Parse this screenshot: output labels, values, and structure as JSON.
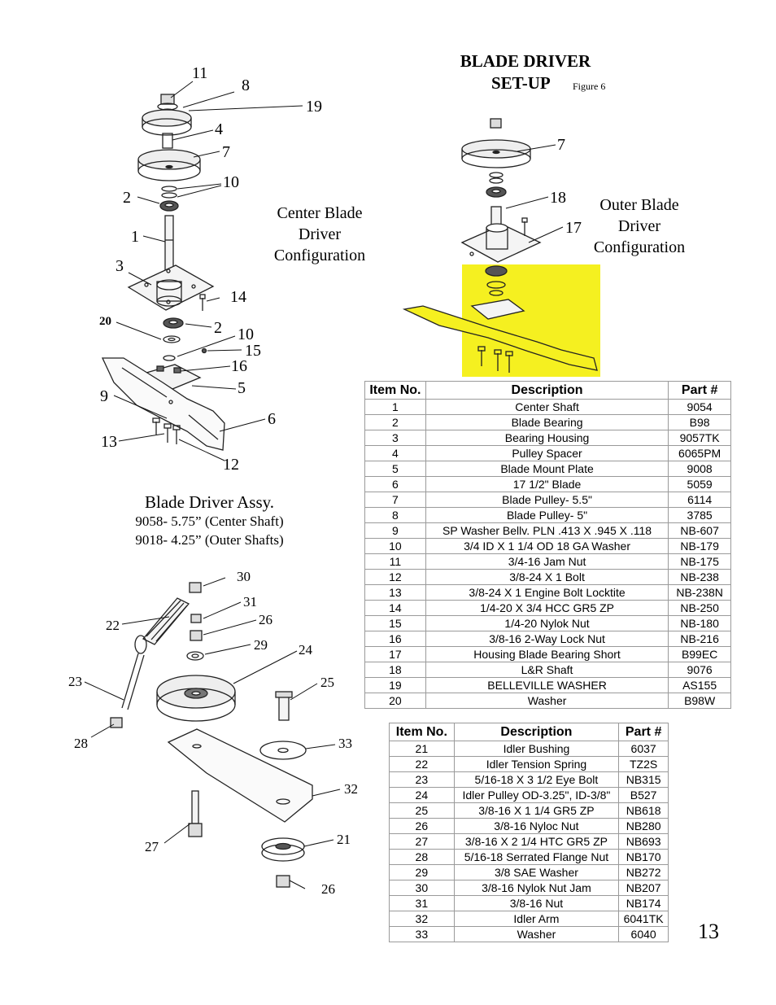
{
  "figure": {
    "title_line1": "BLADE DRIVER",
    "title_line2": "SET-UP",
    "figure_label": "Figure 6"
  },
  "center_config": {
    "label_line1": "Center Blade",
    "label_line2": "Driver",
    "label_line3": "Configuration"
  },
  "outer_config": {
    "label_line1": "Outer Blade",
    "label_line2": "Driver",
    "label_line3": "Configuration"
  },
  "assembly": {
    "title": "Blade Driver Assy.",
    "line1": "9058- 5.75” (Center Shaft)",
    "line2": "9018- 4.25”  (Outer Shafts)"
  },
  "center_callouts": [
    "11",
    "8",
    "19",
    "4",
    "7",
    "10",
    "2",
    "1",
    "3",
    "14",
    "20",
    "2",
    "10",
    "15",
    "16",
    "5",
    "9",
    "6",
    "13",
    "12"
  ],
  "outer_callouts": [
    "7",
    "18",
    "17"
  ],
  "idler_callouts": [
    "30",
    "31",
    "22",
    "26",
    "29",
    "24",
    "23",
    "25",
    "28",
    "33",
    "32",
    "27",
    "21",
    "26"
  ],
  "table1": {
    "headers": [
      "Item No.",
      "Description",
      "Part #"
    ],
    "rows": [
      [
        "1",
        "Center Shaft",
        "9054"
      ],
      [
        "2",
        "Blade Bearing",
        "B98"
      ],
      [
        "3",
        "Bearing Housing",
        "9057TK"
      ],
      [
        "4",
        "Pulley Spacer",
        "6065PM"
      ],
      [
        "5",
        "Blade Mount Plate",
        "9008"
      ],
      [
        "6",
        "17 1/2\" Blade",
        "5059"
      ],
      [
        "7",
        "Blade Pulley- 5.5\"",
        "6114"
      ],
      [
        "8",
        "Blade Pulley- 5\"",
        "3785"
      ],
      [
        "9",
        "SP Washer Bellv. PLN .413 X .945 X .118",
        "NB-607"
      ],
      [
        "10",
        "3/4 ID X 1 1/4 OD 18 GA Washer",
        "NB-179"
      ],
      [
        "11",
        "3/4-16 Jam Nut",
        "NB-175"
      ],
      [
        "12",
        "3/8-24 X 1 Bolt",
        "NB-238"
      ],
      [
        "13",
        "3/8-24 X 1 Engine Bolt Locktite",
        "NB-238N"
      ],
      [
        "14",
        "1/4-20 X 3/4 HCC GR5 ZP",
        "NB-250"
      ],
      [
        "15",
        "1/4-20 Nylok Nut",
        "NB-180"
      ],
      [
        "16",
        "3/8-16 2-Way Lock Nut",
        "NB-216"
      ],
      [
        "17",
        "Housing Blade Bearing Short",
        "B99EC"
      ],
      [
        "18",
        "L&R Shaft",
        "9076"
      ],
      [
        "19",
        "BELLEVILLE WASHER",
        "AS155"
      ],
      [
        "20",
        "Washer",
        "B98W"
      ]
    ]
  },
  "table2": {
    "headers": [
      "Item No.",
      "Description",
      "Part #"
    ],
    "rows": [
      [
        "21",
        "Idler Bushing",
        "6037"
      ],
      [
        "22",
        "Idler Tension Spring",
        "TZ2S"
      ],
      [
        "23",
        "5/16-18 X 3 1/2 Eye Bolt",
        "NB315"
      ],
      [
        "24",
        "Idler Pulley OD-3.25\", ID-3/8\"",
        "B527"
      ],
      [
        "25",
        "3/8-16 X 1 1/4 GR5 ZP",
        "NB618"
      ],
      [
        "26",
        "3/8-16 Nyloc Nut",
        "NB280"
      ],
      [
        "27",
        "3/8-16 X 2 1/4 HTC GR5 ZP",
        "NB693"
      ],
      [
        "28",
        "5/16-18 Serrated Flange Nut",
        "NB170"
      ],
      [
        "29",
        "3/8 SAE Washer",
        "NB272"
      ],
      [
        "30",
        "3/8-16 Nylok Nut Jam",
        "NB207"
      ],
      [
        "31",
        "3/8-16 Nut",
        "NB174"
      ],
      [
        "32",
        "Idler Arm",
        "6041TK"
      ],
      [
        "33",
        "Washer",
        "6040"
      ]
    ]
  },
  "page_number": "13",
  "colors": {
    "highlight": "#f5f020",
    "ink": "#000000",
    "table_border": "#9a9a9a"
  }
}
